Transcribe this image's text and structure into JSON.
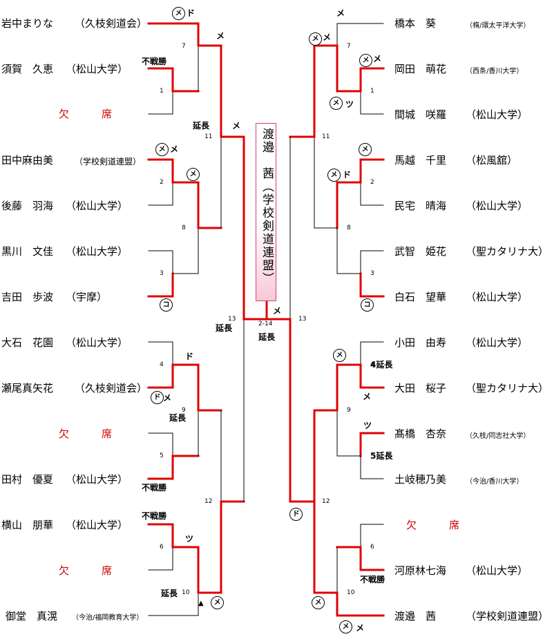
{
  "champion": "渡邉　茜（学校剣道連盟）",
  "left": [
    {
      "name": "岩中まりな",
      "aff": "（久枝剣道会）",
      "small": false
    },
    {
      "name": "須賀　久恵",
      "aff": "（松山大学）",
      "small": false
    },
    {
      "name": "欠　席",
      "aff": "",
      "small": false,
      "absent": true
    },
    {
      "name": "田中麻由美",
      "aff": "（学校剣道連盟）",
      "small": false
    },
    {
      "name": "後藤　羽海",
      "aff": "（松山大学）",
      "small": false
    },
    {
      "name": "黒川　文佳",
      "aff": "（松山大学）",
      "small": false
    },
    {
      "name": "吉田　歩波",
      "aff": "（宇摩）",
      "small": false
    },
    {
      "name": "大石　花園",
      "aff": "（松山大学）",
      "small": false
    },
    {
      "name": "瀬尾真矢花",
      "aff": "（久枝剣道会）",
      "small": false
    },
    {
      "name": "欠　席",
      "aff": "",
      "small": false,
      "absent": true
    },
    {
      "name": "田村　優夏",
      "aff": "（松山大学）",
      "small": false
    },
    {
      "name": "横山　朋華",
      "aff": "（松山大学）",
      "small": false
    },
    {
      "name": "欠　席",
      "aff": "",
      "small": false,
      "absent": true
    },
    {
      "name": "御堂　真滉",
      "aff": "（今治/福岡教育大学）",
      "small": true
    }
  ],
  "right": [
    {
      "name": "橋本　葵",
      "aff": "（楕/環太平洋大学）",
      "small": true
    },
    {
      "name": "岡田　萌花",
      "aff": "（西条/香川大学）",
      "small": true
    },
    {
      "name": "間城　咲羅",
      "aff": "（松山大学）",
      "small": false
    },
    {
      "name": "馬越　千里",
      "aff": "（松風舘）",
      "small": false
    },
    {
      "name": "民宅　晴海",
      "aff": "（松山大学）",
      "small": false
    },
    {
      "name": "武智　姫花",
      "aff": "（聖カタリナ大）",
      "small": false
    },
    {
      "name": "白石　望華",
      "aff": "（松山大学）",
      "small": false
    },
    {
      "name": "小田　由寿",
      "aff": "（松山大学）",
      "small": false
    },
    {
      "name": "大田　桜子",
      "aff": "（聖カタリナ大）",
      "small": false
    },
    {
      "name": "髙橋　杏奈",
      "aff": "（久枝/同志社大学）",
      "small": true
    },
    {
      "name": "土岐穂乃美",
      "aff": "（今治/香川大学）",
      "small": true
    },
    {
      "name": "欠　席",
      "aff": "",
      "small": false,
      "absent": true
    },
    {
      "name": "河原林七海",
      "aff": "（松山大学）",
      "small": false
    },
    {
      "name": "渡邉　茜",
      "aff": "（学校剣道連盟）",
      "small": false
    }
  ],
  "match_numbers": [
    "7",
    "1",
    "11",
    "2",
    "8",
    "3",
    "13",
    "4",
    "9",
    "5",
    "12",
    "6",
    "10",
    "7",
    "1",
    "11",
    "2",
    "8",
    "3",
    "13",
    "2-14",
    "4",
    "9",
    "5",
    "12",
    "6",
    "10"
  ],
  "notes": {
    "fusen": "不戦勝",
    "encho": "延長",
    "me": "メ",
    "do": "ド",
    "tsu": "ツ",
    "triangle": "▲",
    "encho4": "4延長",
    "encho5": "5延長"
  },
  "circles": {
    "me": "メ",
    "do": "ド",
    "ko": "コ"
  },
  "colors": {
    "win_line": "#e00000",
    "line": "#000000",
    "absent": "#cc0000"
  }
}
